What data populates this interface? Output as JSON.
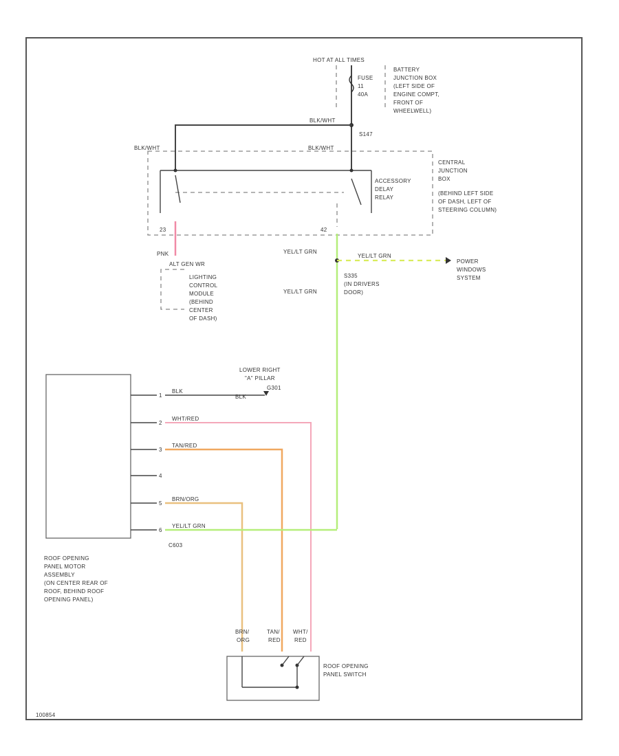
{
  "colors": {
    "frame": "#555555",
    "black_wire": "#444444",
    "pink": "#f08aa6",
    "light_pink": "#f4a7b9",
    "green": "#b5ee7a",
    "yellow_green": "#d9ec5c",
    "orange": "#f0a860",
    "brn_org": "#e9c07f"
  },
  "labels": {
    "hot": "HOT AT ALL TIMES",
    "fuse_1": "FUSE",
    "fuse_2": "11",
    "fuse_3": "40A",
    "bjb": [
      "BATTERY",
      "JUNCTION BOX",
      "(LEFT SIDE OF",
      "ENGINE COMPT,",
      "FRONT OF",
      "WHEELWELL)"
    ],
    "blk_wht_top": "BLK/WHT",
    "blk_wht_right": "BLK/WHT",
    "blk_wht_left": "BLK/WHT",
    "s147": "S147",
    "cjb": [
      "CENTRAL",
      "JUNCTION",
      "BOX",
      "(BEHIND LEFT SIDE",
      "OF DASH, LEFT OF",
      "STEERING COLUMN)"
    ],
    "relay": [
      "ACCESSORY",
      "DELAY",
      "RELAY"
    ],
    "pin_left": "23",
    "pin_right": "42",
    "pnk": "PNK",
    "lcm_code": "ALT GEN WR",
    "lcm": [
      "LIGHTING",
      "CONTROL",
      "MODULE",
      "(BEHIND",
      "CENTER",
      "OF DASH)"
    ],
    "yel_grn_1": "YEL/LT GRN",
    "yel_grn_2": "YEL/LT GRN",
    "yel_grn_3": "YEL/LT GRN",
    "s_splice": [
      "S335",
      "(IN DRIVERS",
      "DOOR)"
    ],
    "pws": [
      "POWER",
      "WINDOWS",
      "SYSTEM"
    ],
    "ground_loc": [
      "LOWER RIGHT",
      "\"A\" PILLAR"
    ],
    "ground_code": "G301",
    "motor_wire_1": "BLK",
    "motor_wire_1_b": "BLK",
    "motor_wire_2": "WHT/RED",
    "motor_wire_3": "TAN/RED",
    "motor_wire_5": "BRN/ORG",
    "motor_wire_6": "YEL/LT GRN",
    "pin_1": "1",
    "pin_2": "2",
    "pin_3": "3",
    "pin_4": "4",
    "pin_5": "5",
    "pin_6": "6",
    "conn": "C603",
    "motor": [
      "ROOF OPENING",
      "PANEL MOTOR",
      "ASSEMBLY",
      "(ON CENTER REAR OF",
      "ROOF, BEHIND ROOF",
      "OPENING PANEL)"
    ],
    "sw_brn_1": "BRN/",
    "sw_brn_2": "ORG",
    "sw_tan_1": "TAN/",
    "sw_tan_2": "RED",
    "sw_wht_1": "WHT/",
    "sw_wht_2": "RED",
    "switch": [
      "ROOF OPENING",
      "PANEL SWITCH"
    ],
    "ref": "100854"
  }
}
